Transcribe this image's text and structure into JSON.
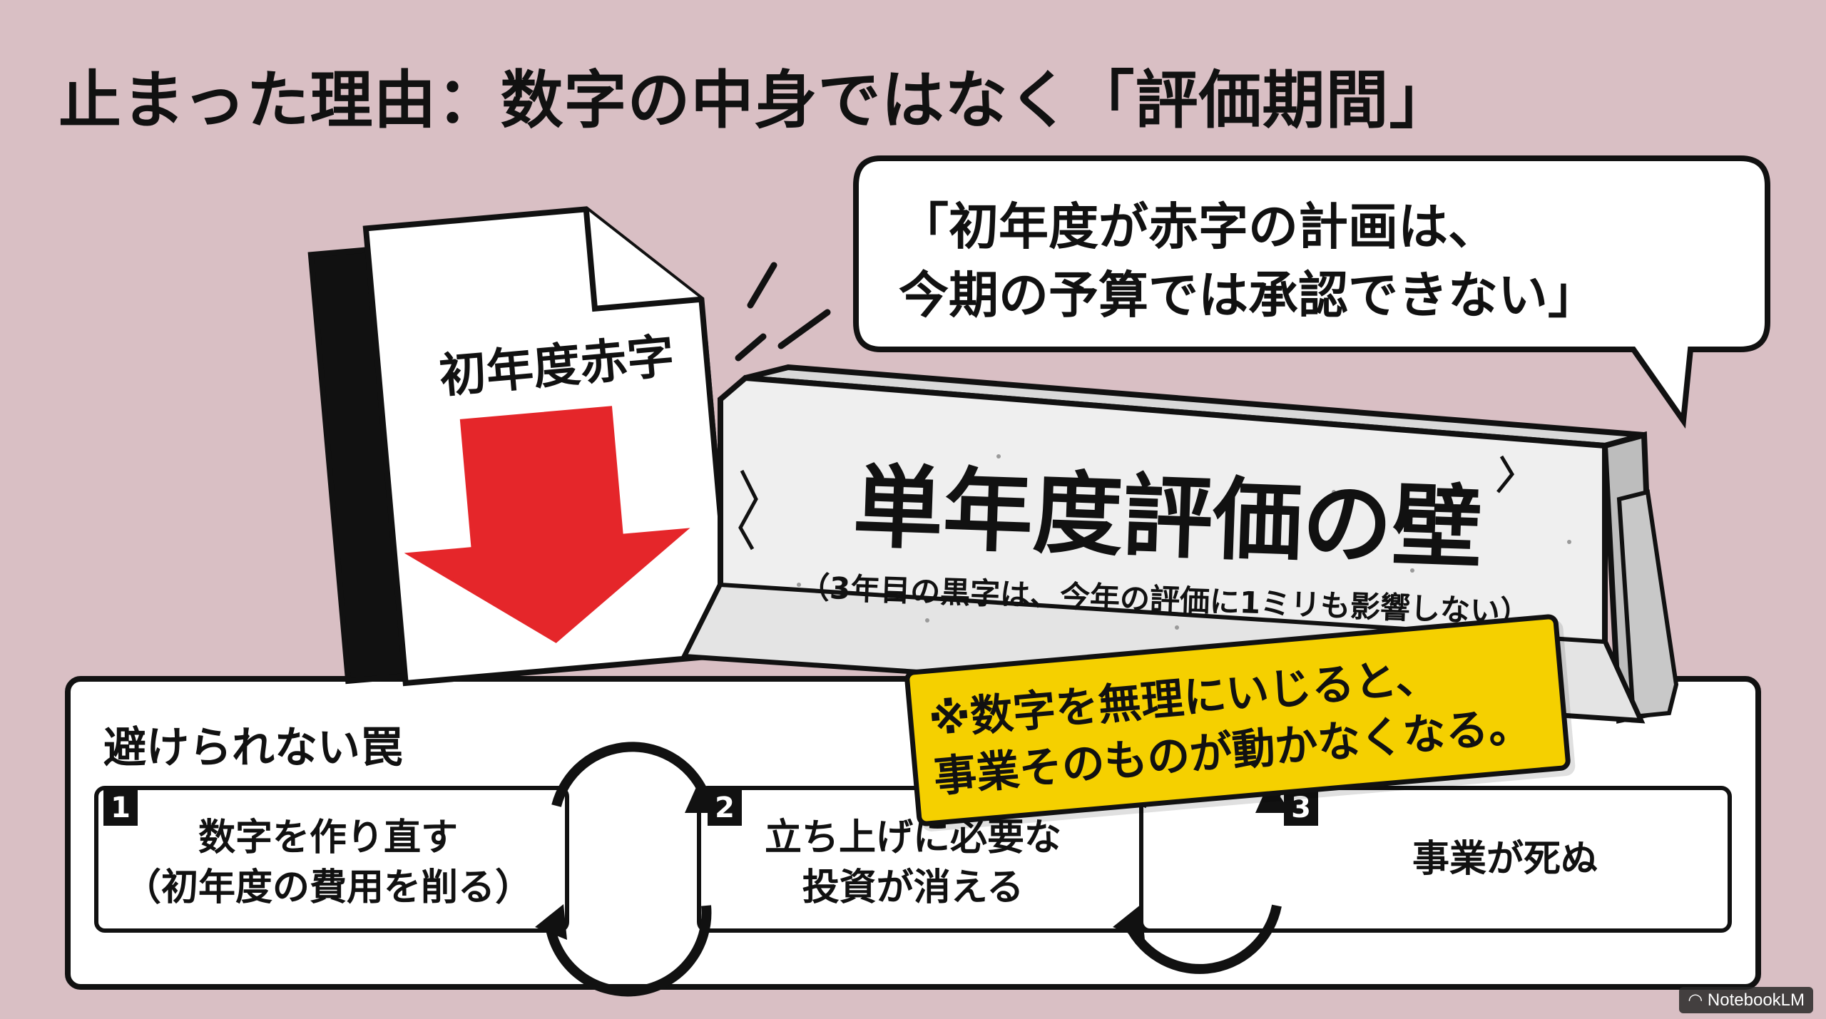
{
  "slide": {
    "title": "止まった理由：数字の中身ではなく「評価期間」",
    "speech": {
      "line1": "「初年度が赤字の計画は、",
      "line2": "今期の予算では承認できない」"
    },
    "document": {
      "label": "初年度赤字",
      "arrow_color": "#e5262a"
    },
    "wall": {
      "title": "単年度評価の壁",
      "subtitle": "（3年目の黒字は、今年の評価に1ミリも影響しない）"
    },
    "note": {
      "line1": "※数字を無理にいじると、",
      "line2": "事業そのものが動かなくなる。",
      "color": "#f5d000"
    },
    "trap": {
      "heading": "避けられない罠",
      "steps": [
        {
          "number": "1",
          "line1": "数字を作り直す",
          "line2": "（初年度の費用を削る）"
        },
        {
          "number": "2",
          "line1": "立ち上げに必要な",
          "line2": "投資が消える"
        },
        {
          "number": "3",
          "line1": "事業が死ぬ",
          "line2": ""
        }
      ]
    },
    "watermark": "NotebookLM"
  },
  "colors": {
    "background": "#d9bfc4",
    "ink": "#111111",
    "accent_red": "#e5262a",
    "accent_yellow": "#f5d000"
  }
}
